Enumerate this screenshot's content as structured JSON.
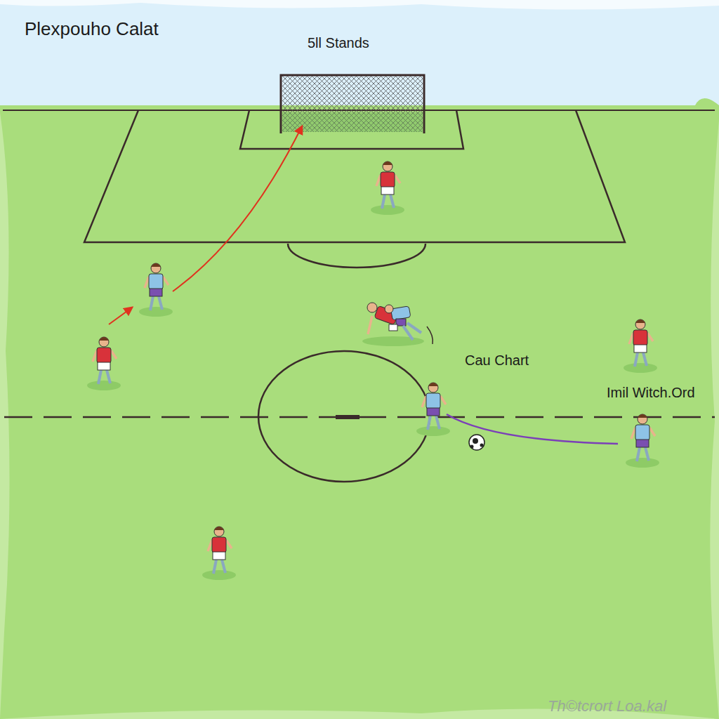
{
  "diagram": {
    "title": "Plexpouho Calat",
    "labels": [
      "5ll Stands",
      "Cau Chart",
      "Imil Witch.Ord",
      "Th©tcrort Loa.kal"
    ]
  }
}
